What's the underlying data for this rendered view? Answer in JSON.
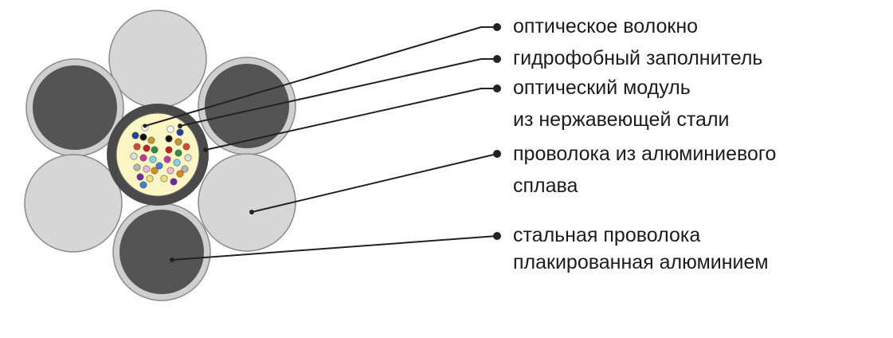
{
  "labels": {
    "fiber": "оптическое волокно",
    "gel": "гидрофобный заполнитель",
    "module_line1": "оптический модуль",
    "module_line2": "из нержавеющей стали",
    "alloy_line1": "проволока из алюминиевого",
    "alloy_line2": "сплава",
    "steel_line1": "стальная проволока",
    "steel_line2": "плакированная алюминием"
  },
  "colors": {
    "light_wire_fill": "#d6d6d6",
    "wire_outline": "#8a8a8a",
    "steel_core": "#545454",
    "steel_cladding": "#cfcfcf",
    "tube_wall": "#4a4a4a",
    "gel_fill": "#fbf6c4",
    "leader_line": "#222222",
    "text": "#1c1c1c"
  },
  "fiber_colors": [
    "#ffffff",
    "#1e3f9a",
    "#111111",
    "#c99a2e",
    "#d84a2a",
    "#c02020",
    "#2f8f3f",
    "#e0e0e0",
    "#c23a9a",
    "#7fd3e8",
    "#b6b6b6",
    "#f1b8cf",
    "#e08a1c",
    "#6a2aa0",
    "#f3e07a",
    "#3f7fd0"
  ]
}
